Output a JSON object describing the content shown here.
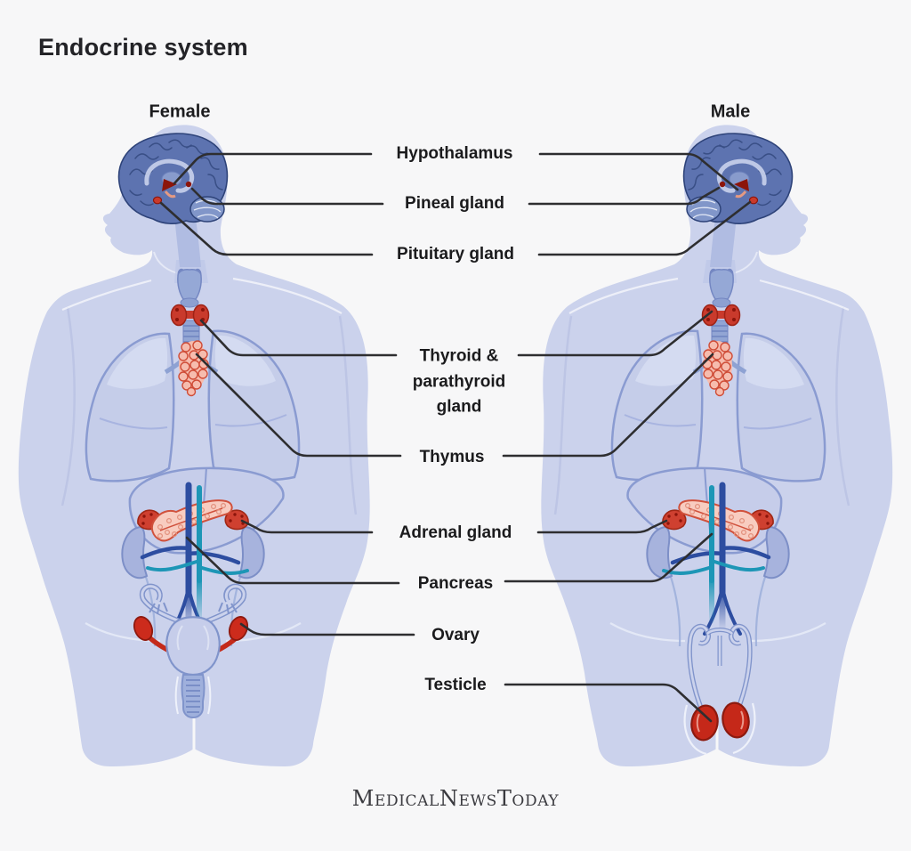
{
  "title": "Endocrine system",
  "figures": {
    "female": "Female",
    "male": "Male"
  },
  "gland_labels": [
    {
      "id": "hypothalamus",
      "text": "Hypothalamus"
    },
    {
      "id": "pineal-gland",
      "text": "Pineal gland"
    },
    {
      "id": "pituitary-gland",
      "text": "Pituitary gland"
    },
    {
      "id": "thyroid-parathyroid",
      "text": "Thyroid &\nparathyroid\ngland"
    },
    {
      "id": "thymus",
      "text": "Thymus"
    },
    {
      "id": "adrenal-gland",
      "text": "Adrenal gland"
    },
    {
      "id": "pancreas",
      "text": "Pancreas"
    },
    {
      "id": "ovary",
      "text": "Ovary"
    },
    {
      "id": "testicle",
      "text": "Testicle"
    }
  ],
  "logo": {
    "text": "MedicalNewsToday"
  },
  "palette": {
    "background": "#f7f7f8",
    "body": "#cbd2ec",
    "organ_outline_blue": "#8a9bd1",
    "brain_blue": "#5d73b0",
    "brain_line": "#2e4379",
    "gland_red": "#c93a2c",
    "gland_dark_red": "#8c150b",
    "gland_pink": "#f6bcae",
    "vessel_blue": "#2d4da0",
    "vessel_teal": "#1d96b6",
    "leader_line": "#2e2e30",
    "text": "#1b1b1d"
  }
}
